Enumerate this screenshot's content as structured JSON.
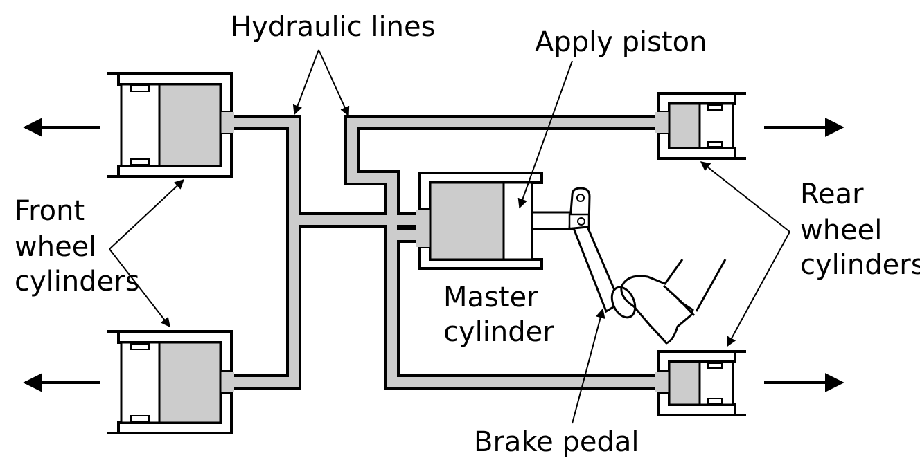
{
  "labels": {
    "hydraulic_lines": "Hydraulic lines",
    "apply_piston": "Apply piston",
    "front_wheel_cylinders": [
      "Front",
      "wheel",
      "cylinders"
    ],
    "rear_wheel_cylinders": [
      "Rear",
      "wheel",
      "cylinders"
    ],
    "master_cylinder": [
      "Master",
      "cylinder"
    ],
    "brake_pedal": "Brake pedal"
  },
  "colors": {
    "line": "#000000",
    "fluid": "#cccccc",
    "background": "#ffffff"
  }
}
